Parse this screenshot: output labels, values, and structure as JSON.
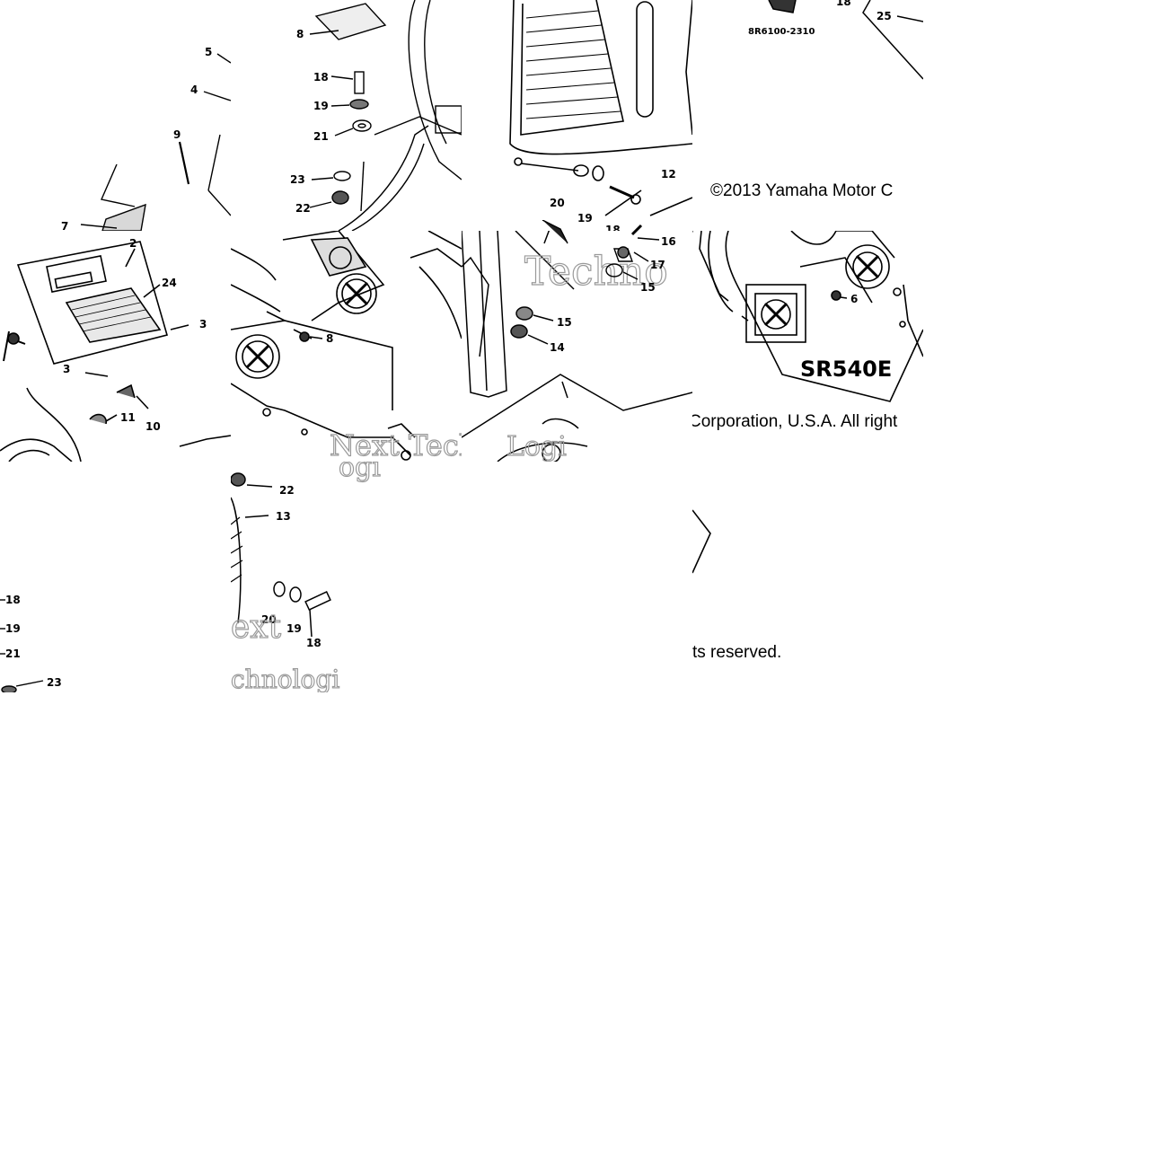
{
  "callouts": {
    "t1": [
      "5",
      "4",
      "9",
      "7",
      "2",
      "24",
      "3",
      "3",
      "10",
      "11"
    ],
    "t2": [
      "8",
      "18",
      "19",
      "21",
      "23",
      "22"
    ],
    "t3": [
      "12",
      "20",
      "19",
      "18"
    ],
    "t4": [
      "18",
      "25"
    ],
    "t6": [
      "8"
    ],
    "t7": [
      "15",
      "14"
    ],
    "t8": [
      "16",
      "17",
      "15",
      "6"
    ],
    "t9": [
      "18",
      "19",
      "21",
      "23"
    ],
    "t10": [
      "22",
      "13",
      "20",
      "19",
      "18"
    ]
  },
  "part_code": "8R6100-2310",
  "model_badge": "SR540E",
  "copyright": {
    "line1": "©2013 Yamaha Motor C",
    "line2": "Corporation, U.S.A. All right",
    "line3": "ts reserved."
  },
  "watermark": {
    "w1": "Techno",
    "w2": "Next Tech",
    "w3": "ogi",
    "w4": "Logi",
    "w5": "ext",
    "w6": "chnologi"
  }
}
